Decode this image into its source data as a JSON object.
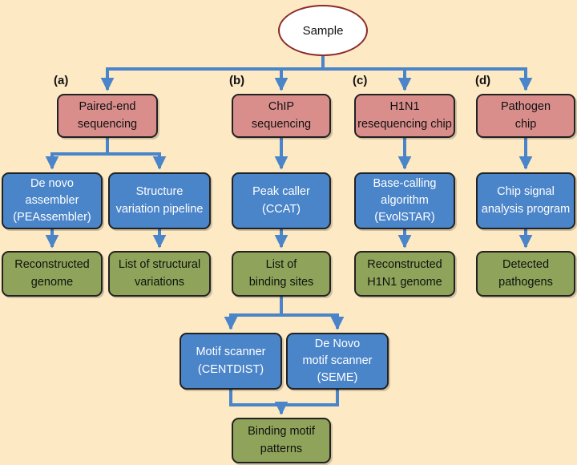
{
  "root": "Sample",
  "tags": {
    "a": "(a)",
    "b": "(b)",
    "c": "(c)",
    "d": "(d)"
  },
  "pipelines": {
    "a": {
      "platform": "Paired-end\nsequencing",
      "tools": [
        "De novo\nassembler\n(PEAssembler)",
        "Structure\nvariation pipeline"
      ],
      "outputs": [
        "Reconstructed\ngenome",
        "List of structural\nvariations"
      ]
    },
    "b": {
      "platform": "ChIP\nsequencing",
      "tool": "Peak caller\n(CCAT)",
      "output": "List of\nbinding sites",
      "sub_tools": [
        "Motif scanner\n(CENTDIST)",
        "De Novo\nmotif scanner\n(SEME)"
      ],
      "final": "Binding motif\npatterns"
    },
    "c": {
      "platform": "H1N1\nresequencing chip",
      "tool": "Base-calling\nalgorithm\n(EvolSTAR)",
      "output": "Reconstructed\nH1N1 genome"
    },
    "d": {
      "platform": "Pathogen\nchip",
      "tool": "Chip signal\nanalysis program",
      "output": "Detected\npathogens"
    }
  },
  "colors": {
    "background": "#fde9c4",
    "platform": "#d98e8c",
    "tool": "#4a84c9",
    "output": "#8fa45a",
    "connector": "#4a84c9",
    "root_border": "#8c2a2a"
  }
}
